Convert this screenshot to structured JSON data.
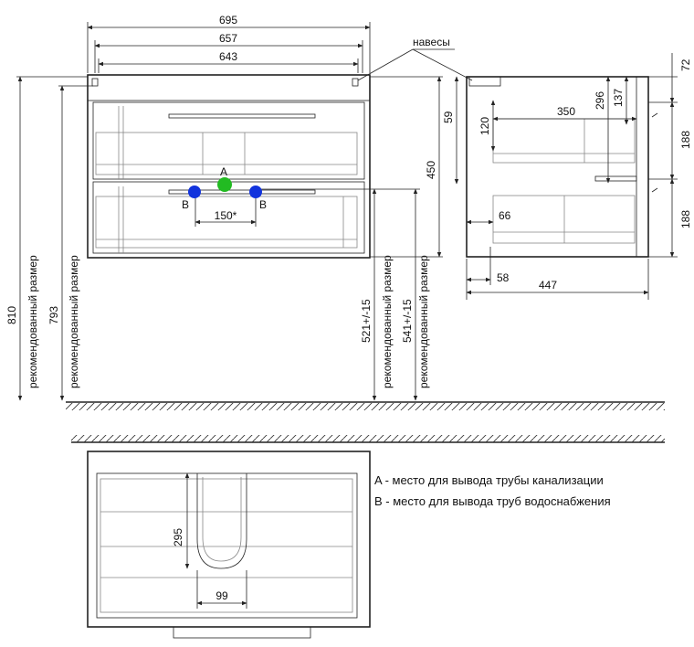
{
  "front_view": {
    "dimensions": {
      "overall_width": "695",
      "inner_width": "657",
      "drawer_width": "643",
      "height_recommended": "810",
      "height_recommended_alt": "793",
      "body_height": "450",
      "outlet_height_a": "521+/-15",
      "outlet_height_b": "541+/-15",
      "pipe_spacing": "150*",
      "hinge_offset": "59"
    },
    "labels": {
      "recommended_size": "рекомендованный размер",
      "hinges": "навесы",
      "point_a": "A",
      "point_b": "B"
    },
    "colors": {
      "point_a": "#22bb22",
      "point_b": "#1133dd"
    }
  },
  "side_view": {
    "dimensions": {
      "depth": "447",
      "top_offset": "72",
      "dim_296": "296",
      "dim_137": "137",
      "dim_350": "350",
      "dim_120": "120",
      "drawer_h_top": "188",
      "drawer_h_bottom": "188",
      "dim_66": "66",
      "dim_58": "58"
    }
  },
  "plan_view": {
    "dimensions": {
      "cutout_depth": "295",
      "cutout_width": "99"
    }
  },
  "legend": {
    "a_text": "A - место для вывода трубы канализации",
    "b_text": "B - место для вывода труб водоснабжения"
  }
}
